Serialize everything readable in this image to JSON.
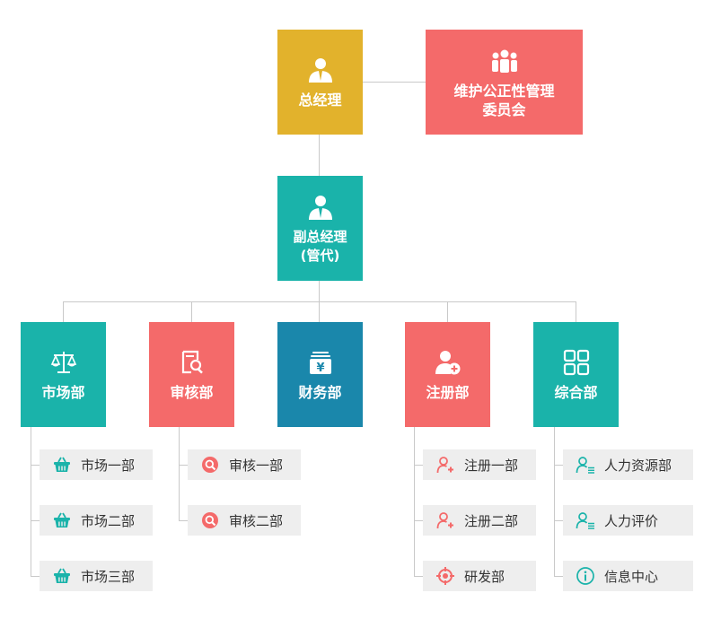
{
  "colors": {
    "gold": "#E2B22C",
    "coral": "#F46A6A",
    "teal": "#1AB3AA",
    "blue": "#1A87AB",
    "line": "#C9C9C9",
    "item_bg": "#EEEEEE"
  },
  "top": {
    "gm": {
      "label": "总经理",
      "icon": "manager-icon"
    },
    "committee": {
      "label": "维护公正性管理\n委员会",
      "icon": "group-icon"
    }
  },
  "deputy": {
    "label": "副总经理\n(管代)",
    "icon": "manager-icon"
  },
  "departments": [
    {
      "label": "市场部",
      "icon": "scale-icon"
    },
    {
      "label": "审核部",
      "icon": "document-search-icon"
    },
    {
      "label": "财务部",
      "icon": "yuan-box-icon"
    },
    {
      "label": "注册部",
      "icon": "user-add-icon"
    },
    {
      "label": "综合部",
      "icon": "grid-icon"
    }
  ],
  "sub_units": {
    "market": [
      "市场一部",
      "市场二部",
      "市场三部"
    ],
    "audit": [
      "审核一部",
      "审核二部"
    ],
    "registration": [
      "注册一部",
      "注册二部",
      "研发部"
    ],
    "general": [
      "人力资源部",
      "人力评价",
      "信息中心"
    ]
  }
}
